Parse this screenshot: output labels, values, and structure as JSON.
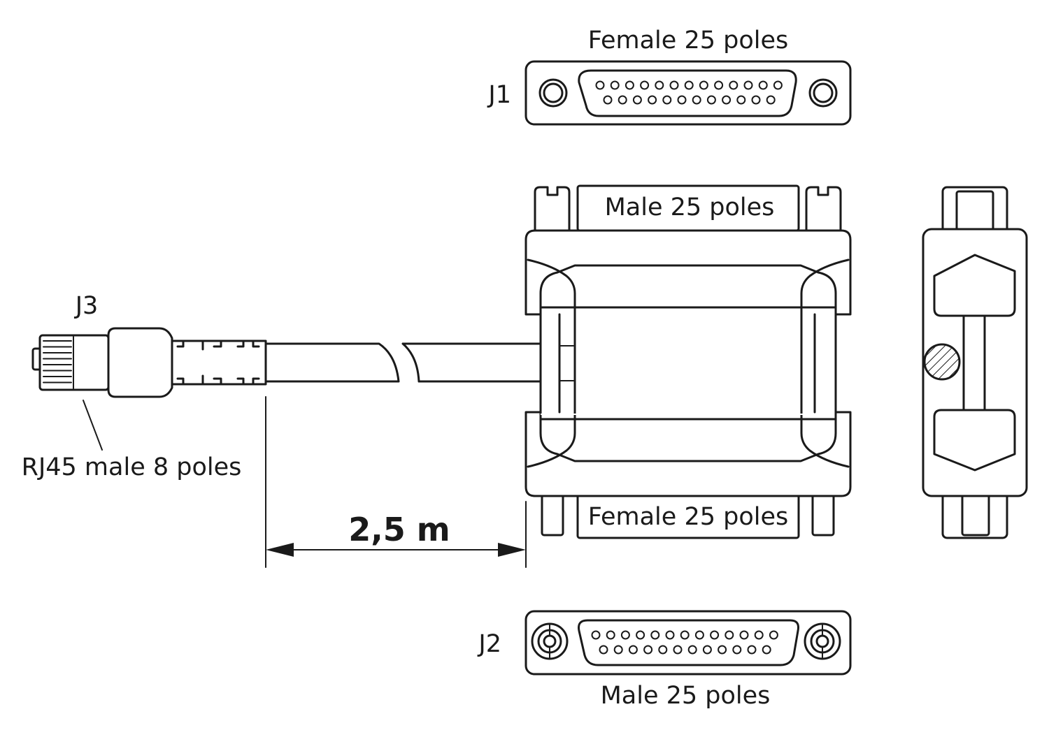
{
  "labels": {
    "j1_id": "J1",
    "j1_desc": "Female 25 poles",
    "top_body": "Male 25 poles",
    "bottom_body": "Female 25 poles",
    "j2_id": "J2",
    "j2_desc": "Male 25 poles",
    "j3_id": "J3",
    "rj45_desc": "RJ45 male 8 poles",
    "cable_length": "2,5 m"
  },
  "colors": {
    "line": "#1a1a1a",
    "background": "#ffffff"
  },
  "icons": [
    "rj45-plug-icon",
    "db25-female-face-icon",
    "db25-male-face-icon",
    "adapter-body-icon",
    "adapter-side-view-icon",
    "dimension-arrow-icon"
  ]
}
